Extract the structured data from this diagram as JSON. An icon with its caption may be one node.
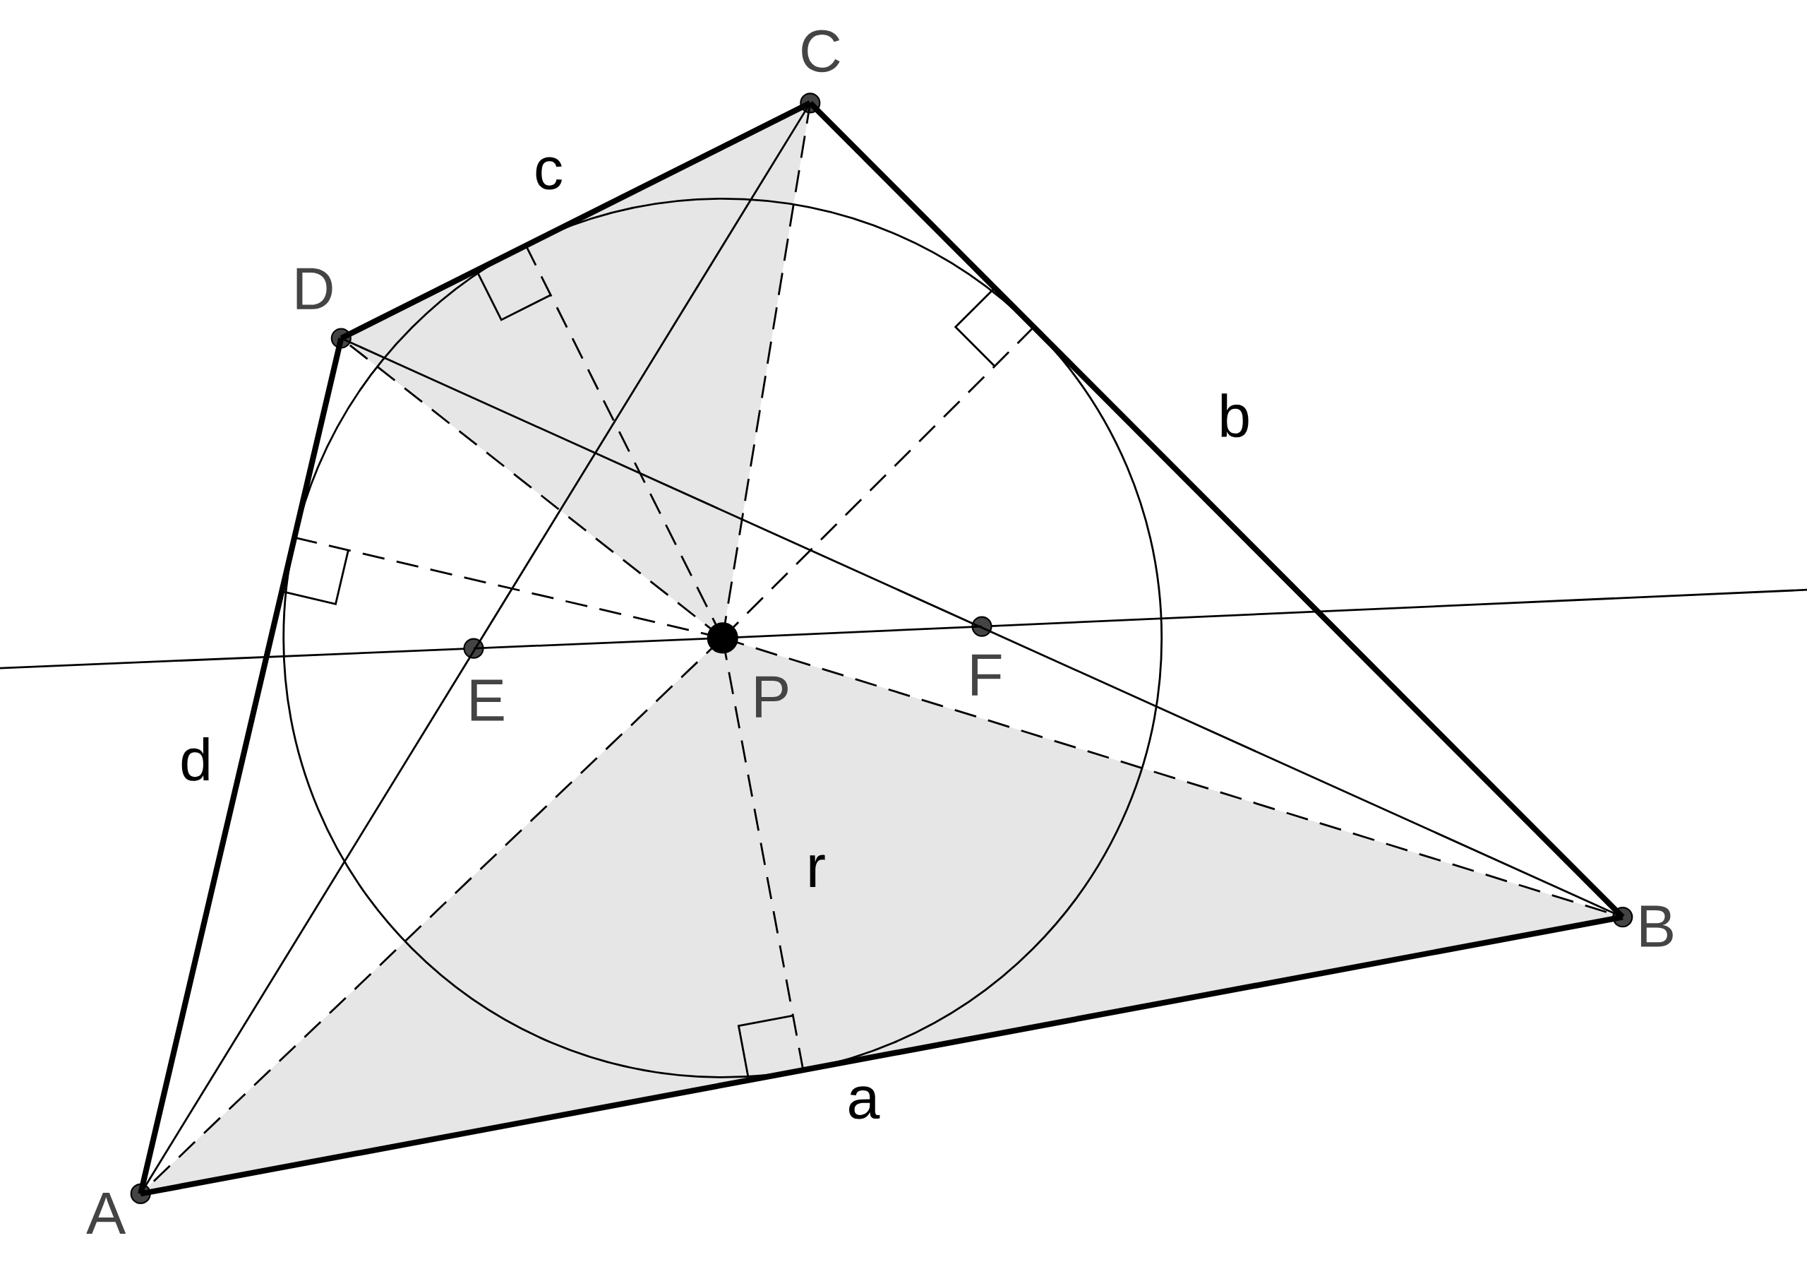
{
  "diagram": {
    "nodes": [
      {
        "text": [
          "A"
        ]
      },
      {
        "text": [
          "B"
        ]
      },
      {
        "text": [
          "C"
        ]
      },
      {
        "text": [
          "D"
        ]
      },
      {
        "text": [
          "E"
        ]
      },
      {
        "text": [
          "F"
        ]
      },
      {
        "text": [
          "P"
        ]
      },
      {
        "text": [],
        "shape": "square"
      },
      {
        "text": [],
        "shape": "square"
      },
      {
        "text": [],
        "shape": "square"
      },
      {
        "text": [],
        "shape": "square"
      }
    ],
    "edges": [
      {
        "from": 0,
        "to": 1,
        "arrow": "none",
        "style": "thick",
        "label": "a"
      },
      {
        "from": 1,
        "to": 2,
        "arrow": "none",
        "style": "thick",
        "label": "b"
      },
      {
        "from": 2,
        "to": 3,
        "arrow": "none",
        "style": "thick",
        "label": "c"
      },
      {
        "from": 3,
        "to": 0,
        "arrow": "none",
        "style": "thick",
        "label": "d"
      },
      {
        "from": 0,
        "to": 2,
        "arrow": "none"
      },
      {
        "from": 3,
        "to": 1,
        "arrow": "none"
      },
      {
        "from": 4,
        "to": 6,
        "arrow": "none"
      },
      {
        "from": 6,
        "to": 5,
        "arrow": "none"
      },
      {
        "from": 6,
        "to": 0,
        "arrow": "none",
        "style": "dashed"
      },
      {
        "from": 6,
        "to": 1,
        "arrow": "none",
        "style": "dashed"
      },
      {
        "from": 6,
        "to": 2,
        "arrow": "none",
        "style": "dashed"
      },
      {
        "from": 6,
        "to": 3,
        "arrow": "none",
        "style": "dashed"
      },
      {
        "from": 6,
        "to": 7,
        "arrow": "none",
        "style": "dashed",
        "label": "r"
      },
      {
        "from": 6,
        "to": 8,
        "arrow": "none",
        "style": "dashed"
      },
      {
        "from": 6,
        "to": 9,
        "arrow": "none",
        "style": "dashed"
      },
      {
        "from": 6,
        "to": 10,
        "arrow": "none",
        "style": "dashed"
      }
    ]
  }
}
